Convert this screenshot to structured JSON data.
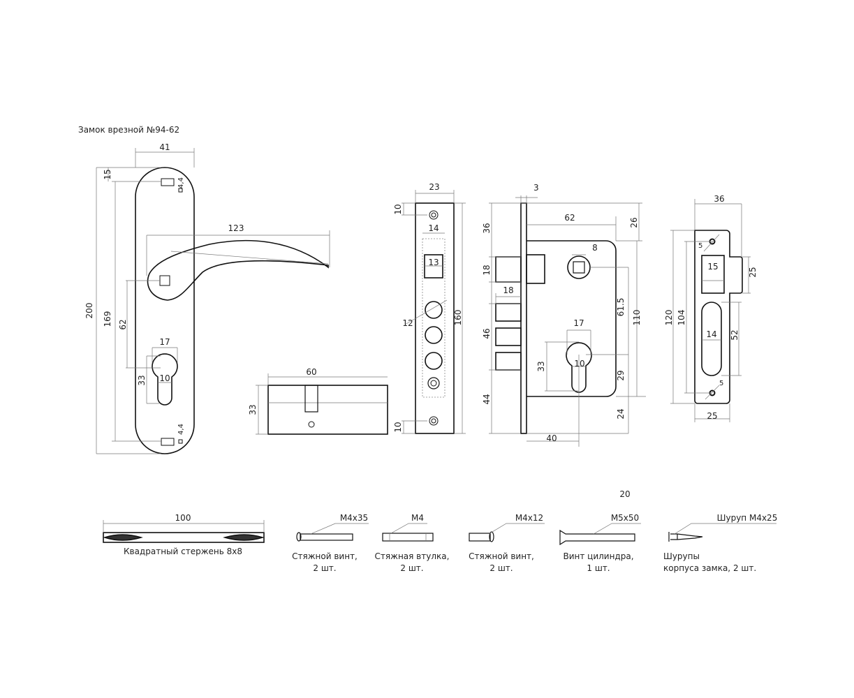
{
  "title": "Замок врезной №94-62",
  "handle": {
    "width": "41",
    "total_height": "200",
    "hole_spacing": "169",
    "top_offset": "15",
    "lever_length": "123",
    "spindle_to_cylinder": "62",
    "keyhole_width": "17",
    "keyhole_height": "33",
    "keyhole_slot": "10",
    "screw_top": "4,4",
    "screw_bottom": "4,4"
  },
  "cylinder": {
    "length": "60",
    "height": "33"
  },
  "faceplate": {
    "width": "23",
    "height": "160",
    "top_offset": "10",
    "bottom_offset": "10",
    "window_width": "14",
    "square": "13",
    "hole_diameter": "12"
  },
  "lock_body": {
    "plate_thickness": "3",
    "depth": "62",
    "top_offset": "26",
    "latch_offset": "36",
    "latch_height": "18",
    "bolt_projection": "18",
    "bolts_height": "46",
    "bottom_offset": "44",
    "spindle": "8",
    "keyhole_width": "17",
    "keyhole_height": "33",
    "keyhole_slot": "10",
    "center_distance": "61.5",
    "body_height": "110",
    "cyl_center": "29",
    "bottom_gap": "24",
    "backset": "40"
  },
  "strike_plate": {
    "width": "36",
    "height": "120",
    "hole_spacing": "104",
    "screw_top": "5",
    "screw_bottom": "5",
    "latch_window": "15",
    "tongue": "25",
    "slot_height": "52",
    "slot_width": "14",
    "bottom_width": "25"
  },
  "parts": {
    "extra_dim": "20",
    "items": [
      {
        "spec": "100",
        "caption1": "Квадратный стержень 8х8",
        "caption2": ""
      },
      {
        "spec": "M4x35",
        "caption1": "Стяжной винт,",
        "caption2": "2 шт."
      },
      {
        "spec": "M4",
        "caption1": "Стяжная втулка,",
        "caption2": "2 шт."
      },
      {
        "spec": "M4x12",
        "caption1": "Стяжной винт,",
        "caption2": "2 шт."
      },
      {
        "spec": "M5x50",
        "caption1": "Винт цилиндра,",
        "caption2": "1 шт."
      },
      {
        "spec": "Шуруп M4x25",
        "caption1": "Шурупы",
        "caption2": "корпуса замка, 2 шт."
      }
    ]
  }
}
